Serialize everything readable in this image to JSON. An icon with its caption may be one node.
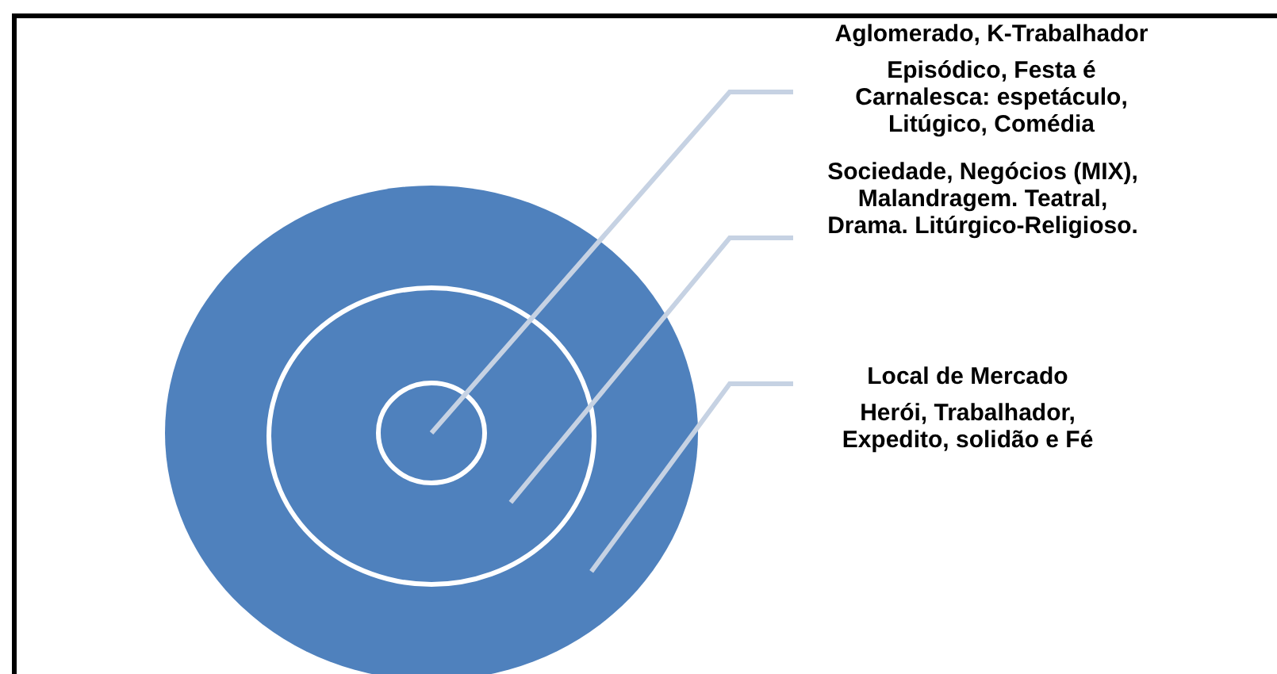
{
  "diagram": {
    "nodes": [
      {
        "text": [],
        "shape": "circle"
      },
      {
        "text": [],
        "shape": "circle",
        "in": 0
      },
      {
        "text": [],
        "shape": "circle",
        "in": 1
      },
      {
        "text": [
          "Aglomerado, K-Trabalhador",
          "Episódico, Festa é Carnalesca: espetáculo, Litúgico, Comédia"
        ]
      },
      {
        "text": [
          "Sociedade, Negócios (MIX), Malandragem. Teatral, Drama. Litúrgico-Religioso."
        ]
      },
      {
        "text": [
          "Local de Mercado",
          "Herói, Trabalhador, Expedito, solidão e Fé"
        ]
      }
    ],
    "edges": [
      {
        "from": 3,
        "to": 2,
        "arrow": "none"
      },
      {
        "from": 4,
        "to": 1,
        "arrow": "none"
      },
      {
        "from": 5,
        "to": 0,
        "arrow": "none"
      }
    ]
  }
}
